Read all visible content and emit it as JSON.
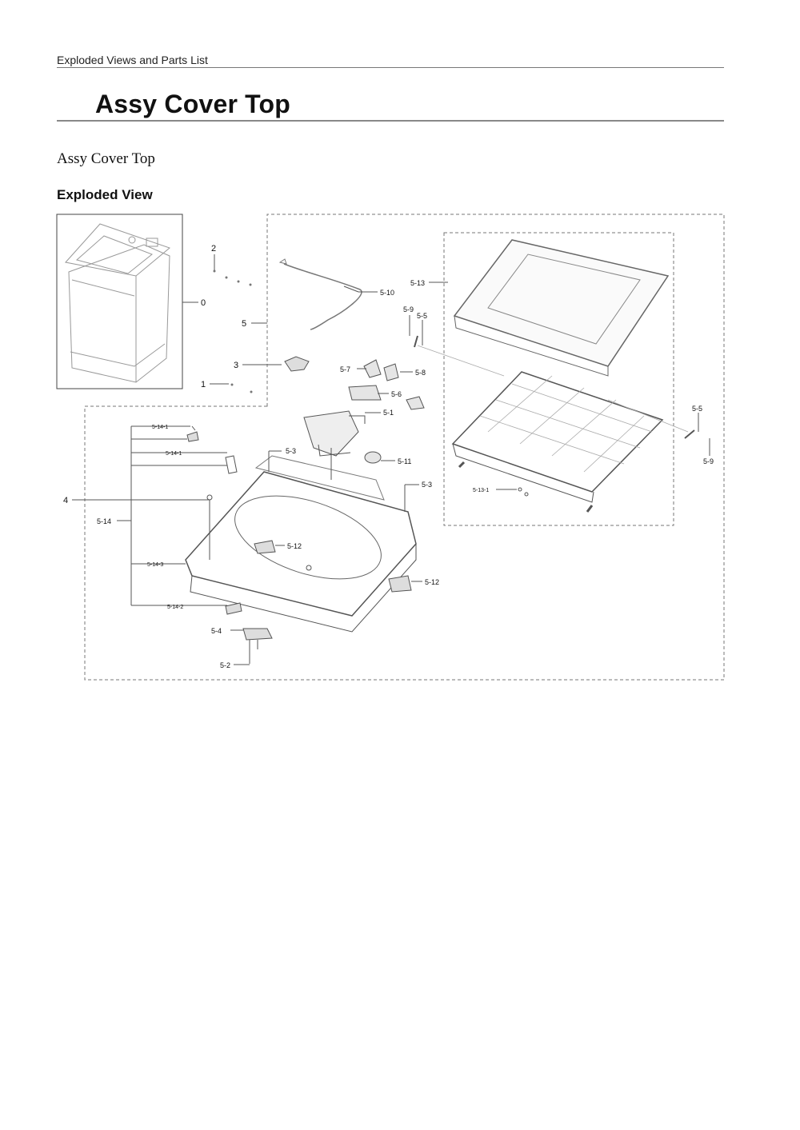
{
  "header": {
    "section": "Exploded Views and Parts List"
  },
  "page": {
    "title": "Assy Cover Top",
    "subtitle": "Assy Cover Top",
    "section_heading": "Exploded View"
  },
  "diagram": {
    "labels": {
      "l0": "0",
      "l1": "1",
      "l2": "2",
      "l3": "3",
      "l4": "4",
      "l5": "5",
      "l5_1": "5-1",
      "l5_2": "5-2",
      "l5_3a": "5-3",
      "l5_3b": "5-3",
      "l5_4": "5-4",
      "l5_5a": "5-5",
      "l5_5b": "5-5",
      "l5_6": "5-6",
      "l5_7": "5-7",
      "l5_8": "5-8",
      "l5_9a": "5-9",
      "l5_9b": "5-9",
      "l5_10": "5-10",
      "l5_11": "5-11",
      "l5_12a": "5-12",
      "l5_12b": "5-12",
      "l5_13": "5-13",
      "l5_13_1": "5-13-1",
      "l5_14": "5-14",
      "l5_14_1a": "5-14-1",
      "l5_14_1b": "5-14-1",
      "l5_14_2": "5-14-2",
      "l5_14_3": "5-14-3"
    }
  }
}
